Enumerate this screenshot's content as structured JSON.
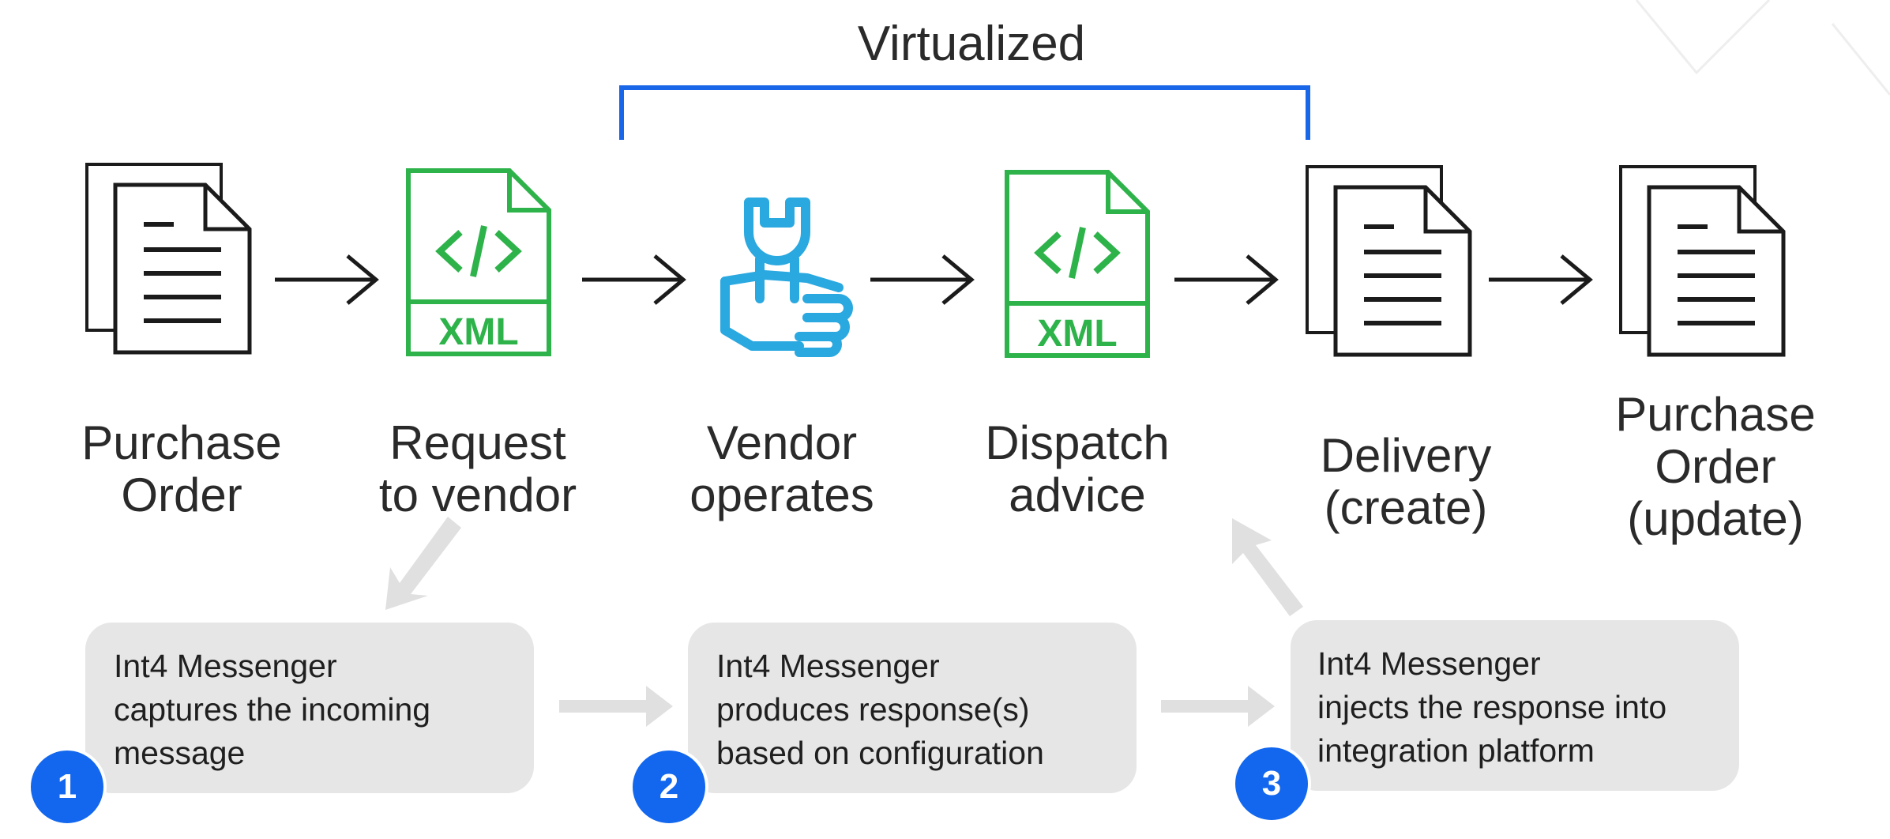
{
  "title": "Virtualized",
  "steps": [
    {
      "label": "Purchase\nOrder",
      "icon": "document-icon"
    },
    {
      "label": "Request\nto vendor",
      "icon": "xml-file-icon"
    },
    {
      "label": "Vendor\noperates",
      "icon": "wrench-hand-icon"
    },
    {
      "label": "Dispatch\nadvice",
      "icon": "xml-file-icon"
    },
    {
      "label": "Delivery\n(create)",
      "icon": "document-icon"
    },
    {
      "label": "Purchase\nOrder\n(update)",
      "icon": "document-icon"
    }
  ],
  "process": [
    {
      "number": "1",
      "text": "Int4 Messenger\ncaptures the incoming\nmessage"
    },
    {
      "number": "2",
      "text": "Int4 Messenger\nproduces response(s)\nbased on configuration"
    },
    {
      "number": "3",
      "text": "Int4 Messenger\ninjects the response into\nintegration platform"
    }
  ],
  "colors": {
    "bracket": "#1a66e8",
    "xml_green": "#2db34a",
    "icon_blue": "#2aa8e0",
    "badge": "#1267ee",
    "box": "#e6e6e6",
    "gray_arrow": "#e0e0e0"
  }
}
